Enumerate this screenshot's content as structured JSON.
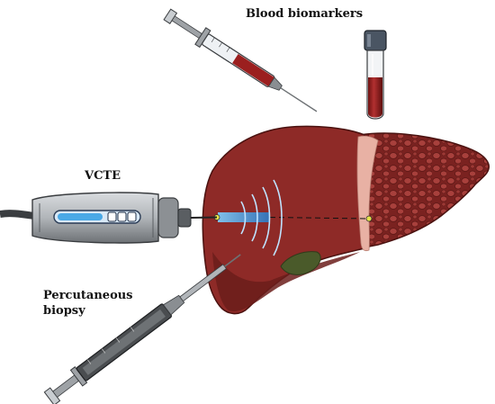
{
  "labels": {
    "blood_biomarkers": "Blood biomarkers",
    "vcte": "VCTE",
    "biopsy_line1": "Percutaneous",
    "biopsy_line2": "biopsy"
  },
  "colors": {
    "liver": "#8e2a27",
    "liver_dark": "#6b1d1b",
    "liver_right_lobe": "#7a2220",
    "ligament": "#e8b1a4",
    "gallbladder": "#4a5a2a",
    "blood": "#9b1f1f",
    "probe_body": "#b8bcc0",
    "probe_dark": "#4a4d50",
    "ultrasound": "#4aa9e6",
    "needle": "#6e7275"
  },
  "icons": [
    "syringe-icon",
    "blood-tube-icon",
    "vcte-probe-icon",
    "biopsy-needle-icon",
    "liver-icon"
  ]
}
